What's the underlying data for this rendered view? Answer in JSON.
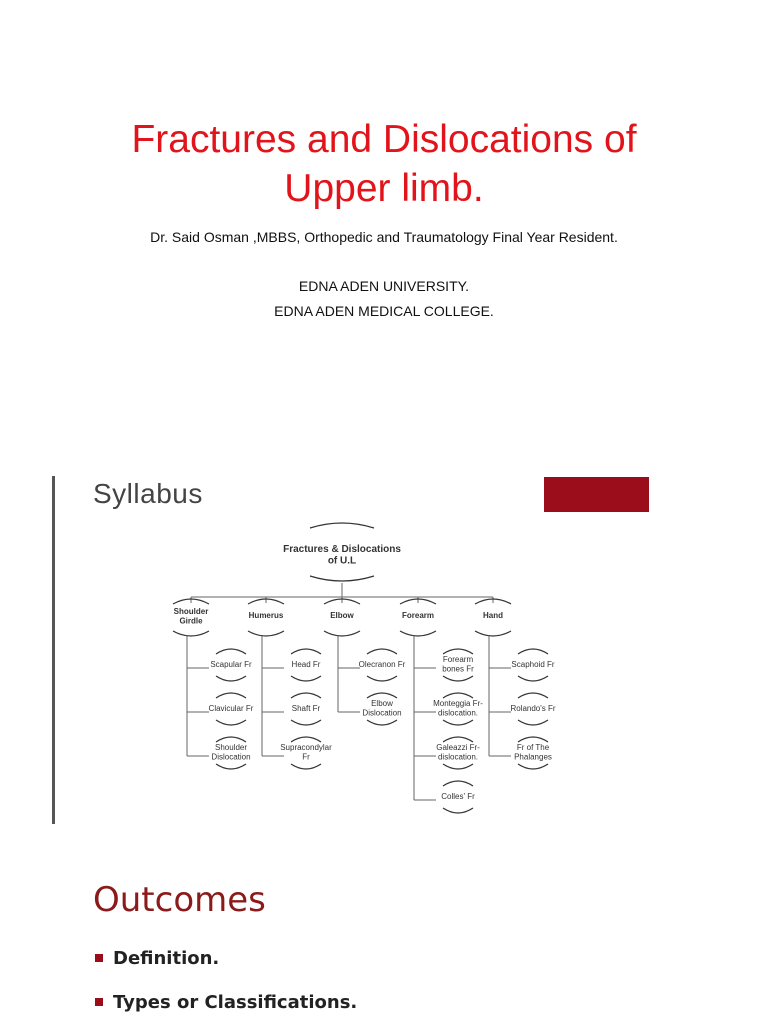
{
  "slide1": {
    "title_line1": "Fractures and Dislocations of",
    "title_line2": "Upper limb.",
    "author": "Dr. Said Osman ,MBBS, Orthopedic and Traumatology  Final Year Resident.",
    "university": "EDNA ADEN UNIVERSITY.",
    "college": "EDNA ADEN MEDICAL COLLEGE."
  },
  "slide2": {
    "title": "Syllabus",
    "accent_color": "#9b0d1a",
    "root": [
      "Fractures & Dislocations",
      "of U.L"
    ],
    "branches": [
      {
        "label": [
          "Shoulder",
          "Girdle"
        ],
        "items": [
          [
            "Scapular Fr"
          ],
          [
            "Clavicular Fr"
          ],
          [
            "Shoulder",
            "Dislocation"
          ]
        ]
      },
      {
        "label": [
          "Humerus"
        ],
        "items": [
          [
            "Head Fr"
          ],
          [
            "Shaft Fr"
          ],
          [
            "Supracondylar",
            "Fr"
          ]
        ]
      },
      {
        "label": [
          "Elbow"
        ],
        "items": [
          [
            "Olecranon Fr"
          ],
          [
            "Elbow",
            "Dislocation"
          ]
        ]
      },
      {
        "label": [
          "Forearm"
        ],
        "items": [
          [
            "Forearm",
            "bones Fr"
          ],
          [
            "Monteggia Fr-",
            "dislocation."
          ],
          [
            "Galeazzi Fr-",
            "dislocation."
          ],
          [
            "Colles' Fr"
          ]
        ]
      },
      {
        "label": [
          "Hand"
        ],
        "items": [
          [
            "Scaphoid Fr"
          ],
          [
            "Rolando's Fr"
          ],
          [
            "Fr of The",
            "Phalanges"
          ]
        ]
      }
    ]
  },
  "slide3": {
    "title": "Outcomes",
    "bullets": [
      "Definition.",
      "Types or Classifications."
    ]
  }
}
